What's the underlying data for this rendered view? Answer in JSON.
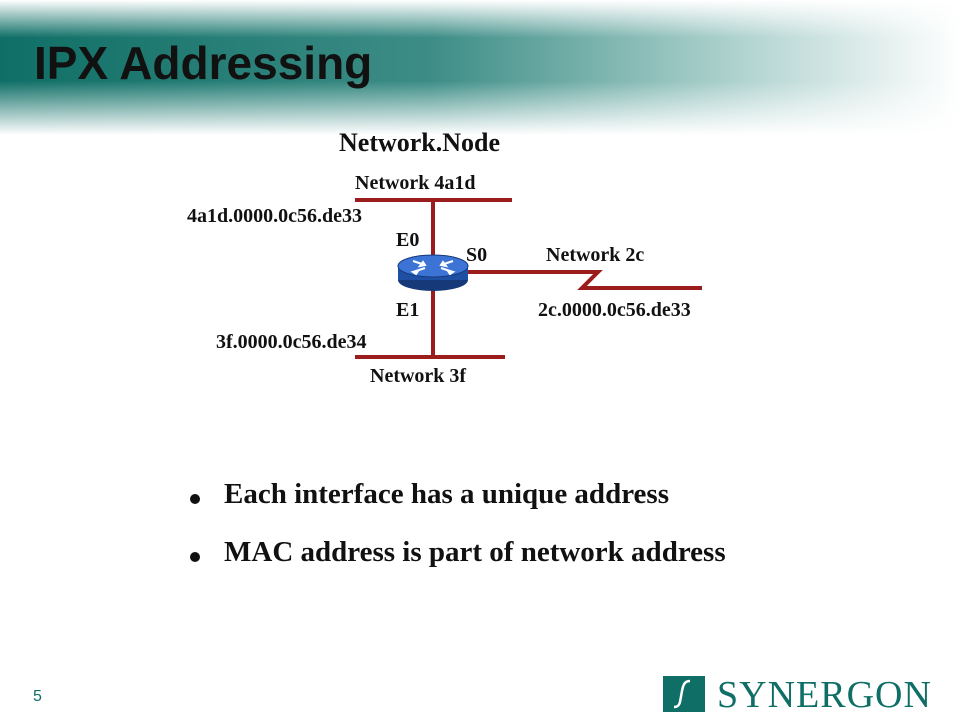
{
  "title": "IPX Addressing",
  "diagram": {
    "heading": "Network.Node",
    "network_top": "Network 4a1d",
    "addr_e0": "4a1d.0000.0c56.de33",
    "iface_e0": "E0",
    "iface_s0": "S0",
    "network_right": "Network 2c",
    "iface_e1": "E1",
    "addr_s0": "2c.0000.0c56.de33",
    "addr_e1": "3f.0000.0c56.de34",
    "network_bottom": "Network 3f",
    "line_color": "#9b1c1c",
    "router_color": "#1f4fa3"
  },
  "bullets": [
    "Each interface has a unique address",
    "MAC address is part of network address"
  ],
  "footer": {
    "page_number": "5",
    "logo_text": "SYNERGON",
    "brand_color": "#0f6f66"
  }
}
